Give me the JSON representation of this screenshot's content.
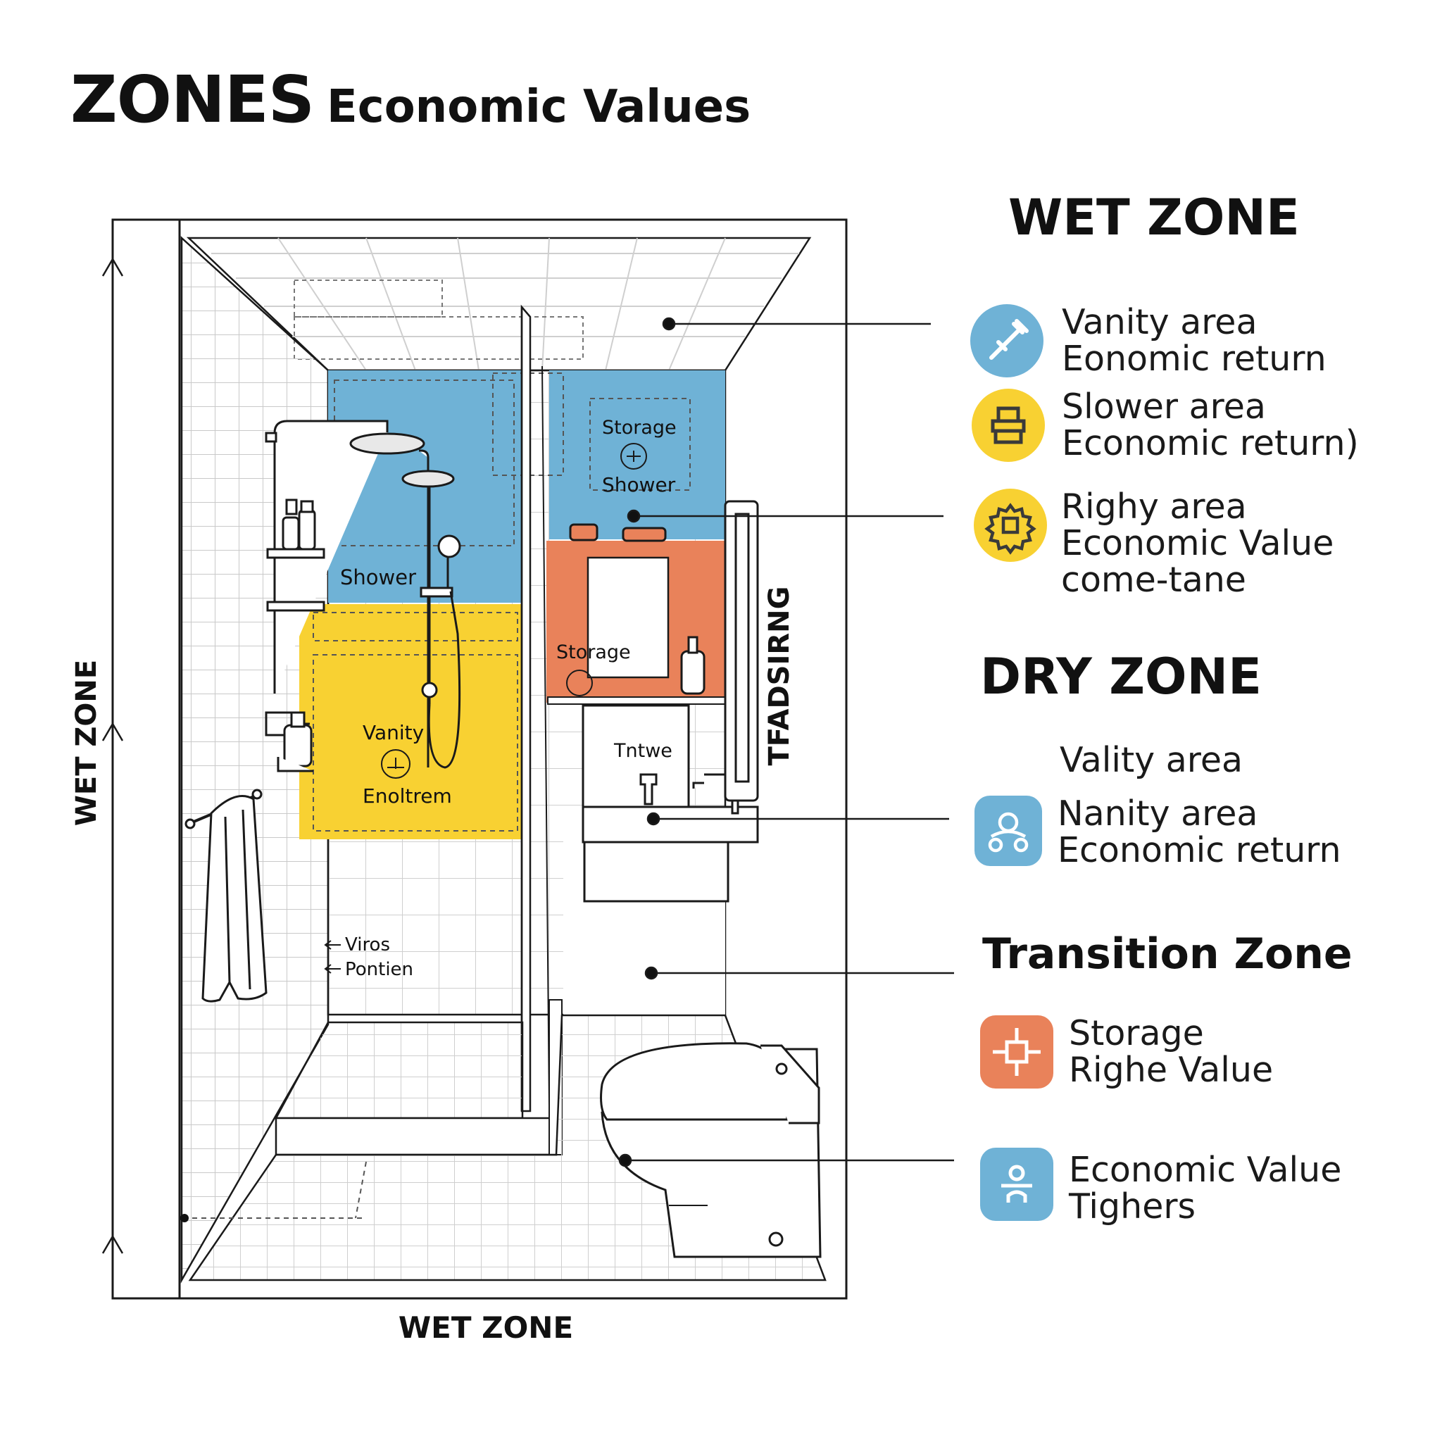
{
  "title": {
    "main": "ZONES",
    "sub": "Economic Values"
  },
  "colors": {
    "blue": "#6FB2D6",
    "yellow": "#F8D132",
    "orange": "#E9825A",
    "line": "#1a1a1a",
    "icon_glyph": "#ffffff"
  },
  "plan": {
    "labels": {
      "shower_left": "Shower",
      "storage_top": "Storage",
      "shower_right": "Shower",
      "storage_mid": "Storage",
      "vanity": "Vanity",
      "enoltrem": "Enoltrem",
      "tntwe": "Tntwe",
      "viros": "Viros",
      "pontien": "Pontien",
      "vertical_right": "TFADSIRNG"
    },
    "dimension_left": "WET ZONE",
    "dimension_bottom": "WET ZONE"
  },
  "legend": {
    "wet_zone": {
      "heading": "WET ZONE",
      "items": [
        {
          "icon": "wrench-icon",
          "color": "#6FB2D6",
          "lines": [
            "Vanity area",
            "Eonomic return"
          ]
        },
        {
          "icon": "sink-icon",
          "color": "#F8D132",
          "lines": [
            "Slower area",
            "Economic return)"
          ]
        },
        {
          "icon": "gear-icon",
          "color": "#F8D132",
          "lines": [
            "Righy area",
            "Economic Value",
            "come-tane"
          ]
        }
      ]
    },
    "dry_zone": {
      "heading": "DRY ZONE",
      "items": [
        {
          "icon": "",
          "color": "",
          "lines": [
            "Vality area"
          ]
        },
        {
          "icon": "people-icon",
          "color": "#6FB2D6",
          "lines": [
            "Nanity area",
            "Economic return"
          ]
        }
      ]
    },
    "transition_zone": {
      "heading": "Transition Zone",
      "items": [
        {
          "icon": "crosshair-icon",
          "color": "#E9825A",
          "lines": [
            "Storage",
            "Righe Value"
          ]
        },
        {
          "icon": "person-icon",
          "color": "#6FB2D6",
          "lines": [
            "Economic Value",
            "Tighers"
          ]
        }
      ]
    }
  }
}
